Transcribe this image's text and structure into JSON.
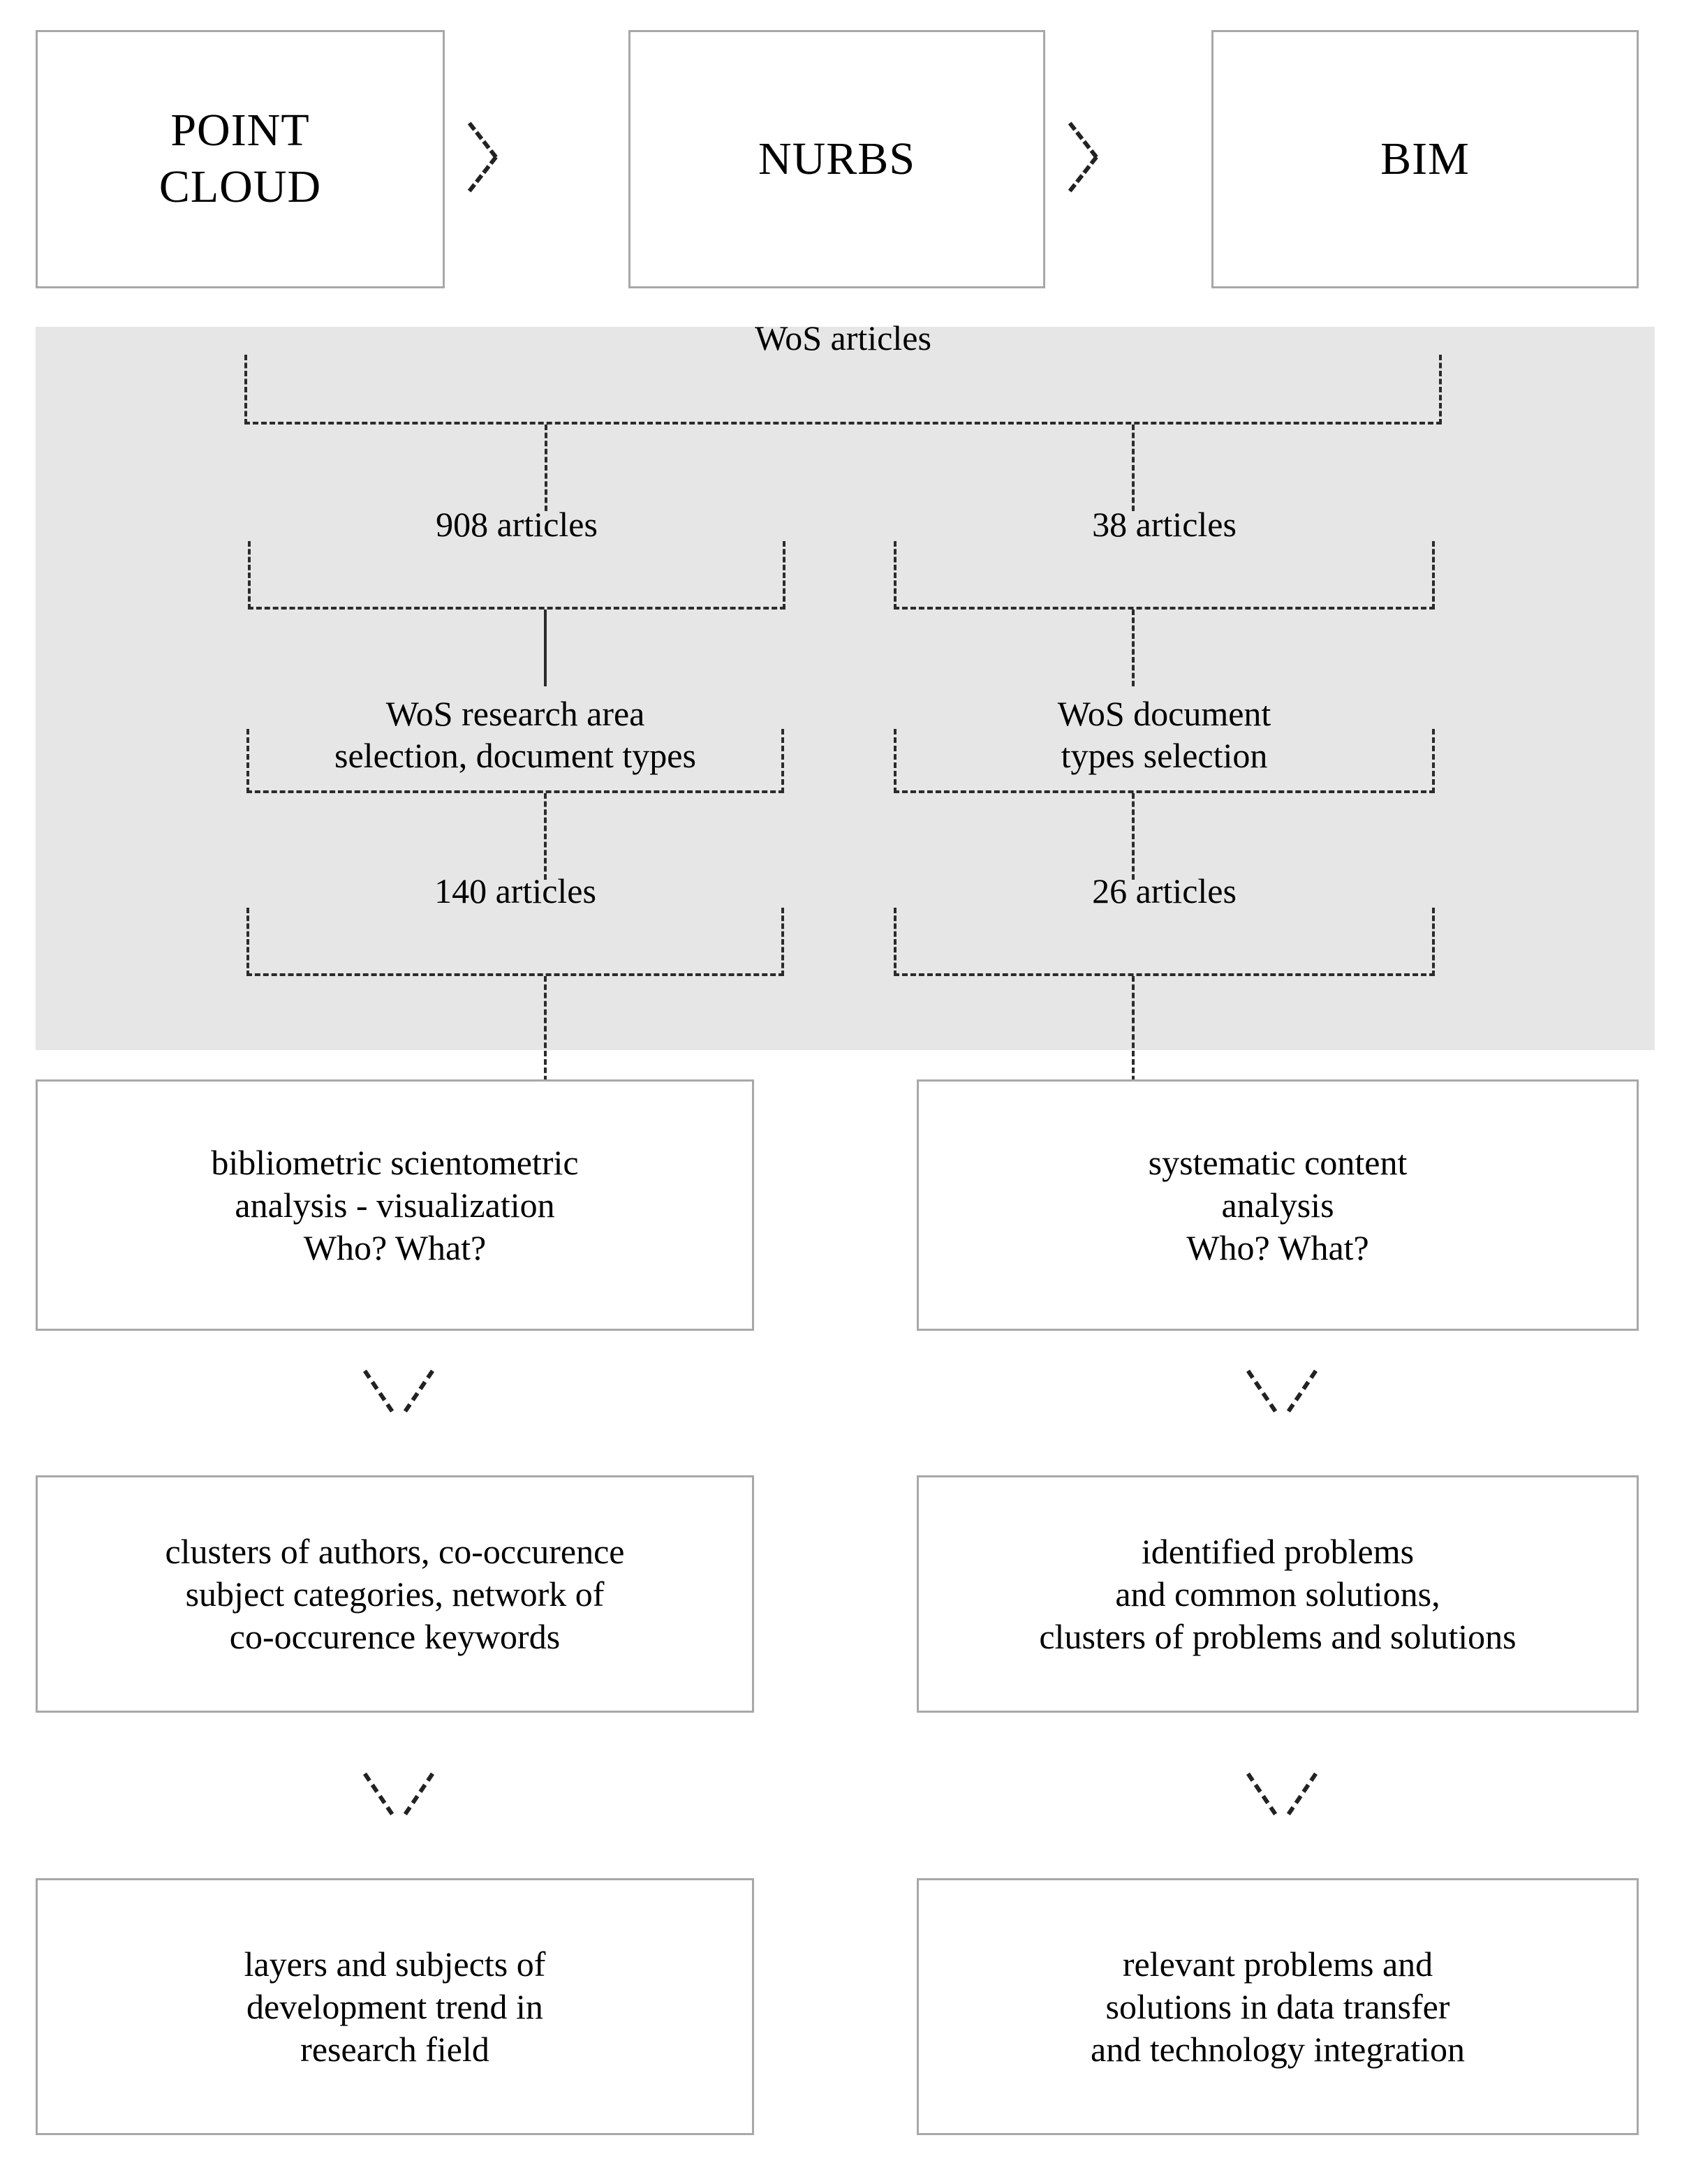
{
  "diagram": {
    "title": "Point cloud to BIM research methodology flowchart",
    "colors": {
      "panel_background": "#e6e6e6",
      "box_border": "#a8a8a8",
      "line": "#2b2b2b",
      "page_background": "#ffffff"
    }
  },
  "pipeline": {
    "steps": [
      {
        "label": "POINT\nCLOUD"
      },
      {
        "label": "NURBS"
      },
      {
        "label": "BIM"
      }
    ],
    "separators": [
      {
        "glyph": "chevron-right"
      },
      {
        "glyph": "chevron-right"
      }
    ]
  },
  "screening": {
    "source": {
      "label": "WoS articles"
    },
    "branches": [
      {
        "count": {
          "label": "908 articles"
        },
        "filter": {
          "label": "WoS research area\nselection, document types"
        },
        "result": {
          "label": "140 articles"
        }
      },
      {
        "count": {
          "label": "38 articles"
        },
        "filter": {
          "label": "WoS document\ntypes selection"
        },
        "result": {
          "label": "26 articles"
        }
      }
    ]
  },
  "analysis": {
    "left_column": [
      {
        "label": "bibliometric scientometric\nanalysis - visualization\nWho? What?"
      },
      {
        "label": "clusters of authors, co-occurence\nsubject categories, network of\nco-occurence keywords"
      },
      {
        "label": "layers and subjects of\ndevelopment trend in\nresearch field"
      }
    ],
    "right_column": [
      {
        "label": "systematic content\nanalysis\nWho? What?"
      },
      {
        "label": "identified problems\nand common solutions,\nclusters of problems and solutions"
      },
      {
        "label": "relevant problems and\nsolutions in data transfer\nand technology integration"
      }
    ],
    "arrows": [
      {
        "glyph": "chevron-down"
      },
      {
        "glyph": "chevron-down"
      },
      {
        "glyph": "chevron-down"
      },
      {
        "glyph": "chevron-down"
      }
    ]
  }
}
